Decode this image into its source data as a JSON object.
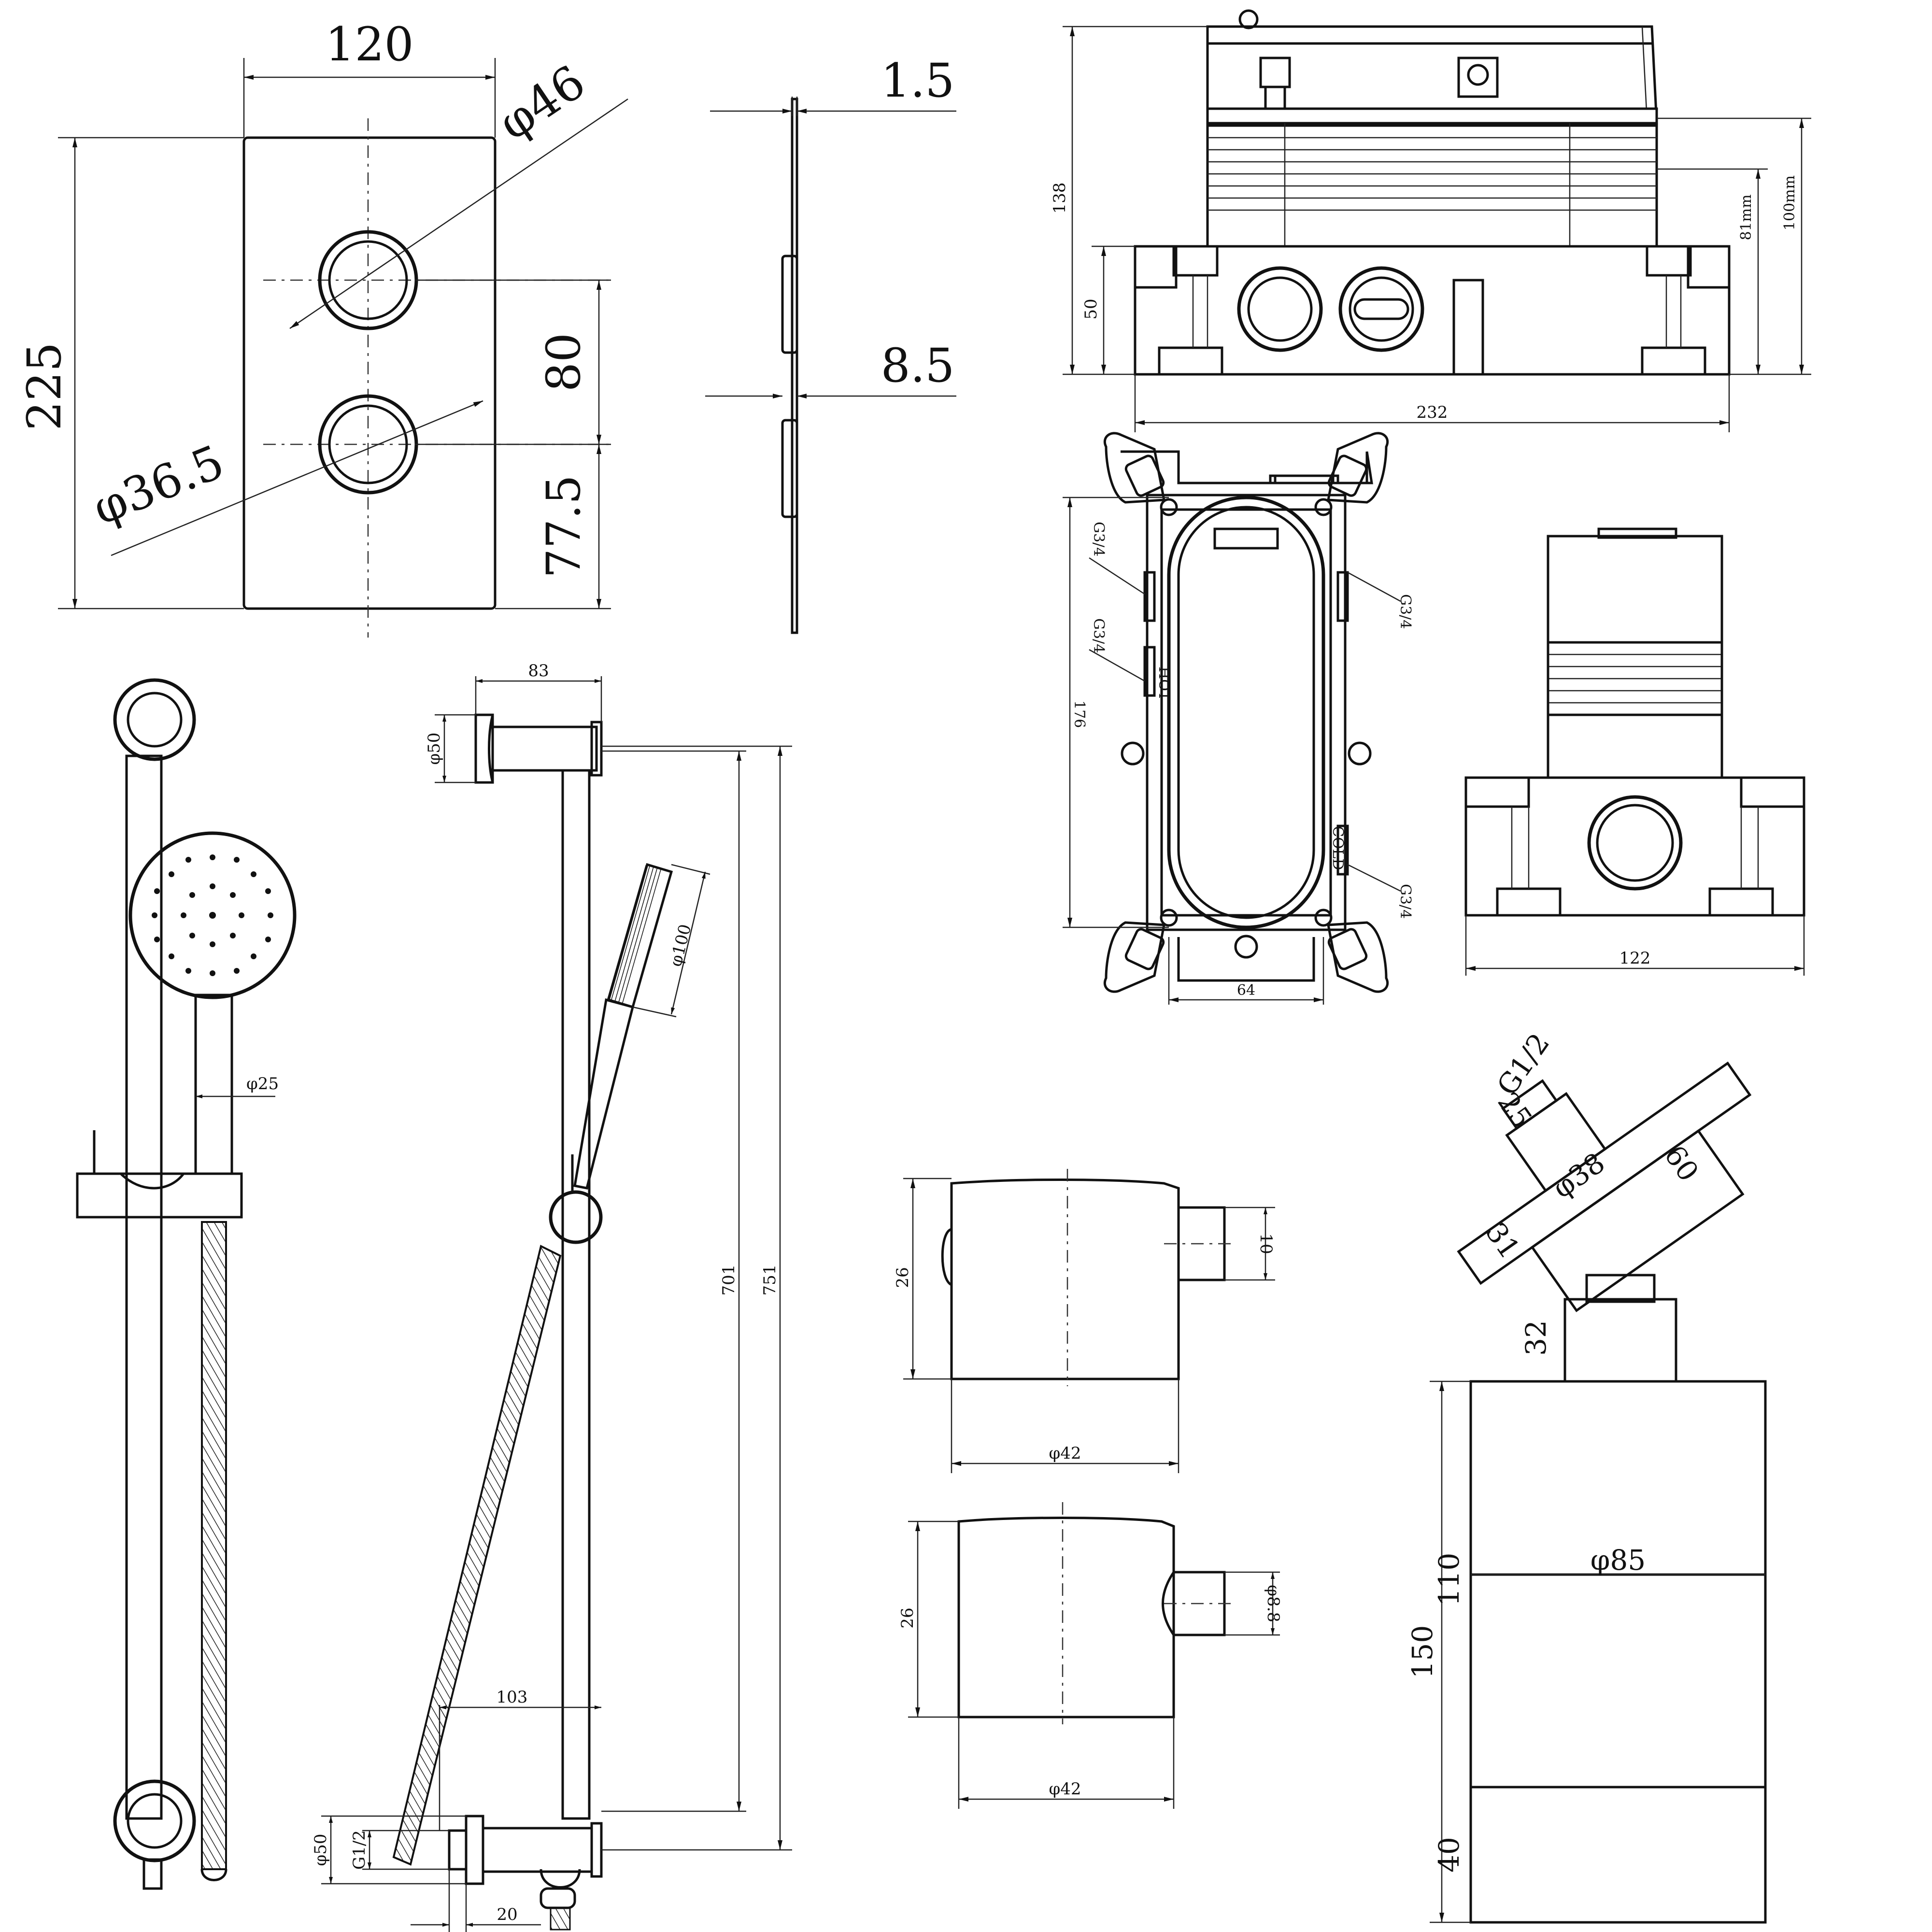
{
  "faceplate": {
    "width": "120",
    "height": "225",
    "button_diameter": "φ46",
    "button_inner_diameter": "φ36.5",
    "button_spacing": "80",
    "button_bottom_offset": "77.5"
  },
  "faceplate_side": {
    "plate_thickness": "1.5",
    "button_depth": "8.5"
  },
  "valve_front": {
    "height": "138",
    "base_height": "50",
    "width": "232",
    "right_height_1": "81mm",
    "right_height_2": "100mm"
  },
  "valve_frame": {
    "height": "176",
    "bottom_spacing": "64",
    "port_left_top": "G3/4",
    "port_left_mid": "G3/4",
    "port_right_top": "G3/4",
    "port_right_bottom": "G3/4",
    "hot_label": "HOT",
    "cold_label": "COLD"
  },
  "valve_side": {
    "width": "122"
  },
  "rail": {
    "hose_diameter": "φ25",
    "bracket_diameter_top": "φ50",
    "bracket_depth": "83",
    "head_diameter": "φ100",
    "length_inner": "701",
    "length_total": "751",
    "bottom_offset": "103",
    "bracket_diameter_bottom": "φ50",
    "outlet_thread": "G1/2",
    "outlet_depth": "20"
  },
  "wall_elbow": {
    "height": "26",
    "diameter": "φ42",
    "outlet": "10"
  },
  "wall_elbow_2": {
    "height": "26",
    "diameter": "φ42",
    "outlet": "φ8.8"
  },
  "outlet_elbow": {
    "thread": "G1/2",
    "dim_25": "25",
    "diameter": "φ38",
    "dim_60": "60",
    "dim_31": "31",
    "dim_32": "32",
    "body_diameter": "φ85",
    "height_total": "150",
    "height_upper": "110",
    "height_lower": "40"
  }
}
